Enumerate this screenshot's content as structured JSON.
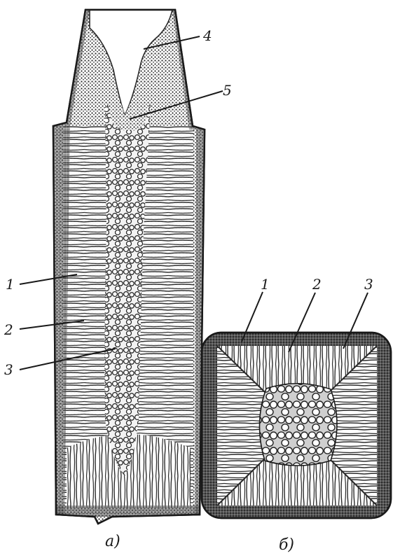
{
  "figure": {
    "left_ingot": {
      "caption": "а)",
      "labels": [
        {
          "id": "1",
          "text": "1"
        },
        {
          "id": "2",
          "text": "2"
        },
        {
          "id": "3",
          "text": "3"
        },
        {
          "id": "4",
          "text": "4"
        },
        {
          "id": "5",
          "text": "5"
        }
      ]
    },
    "cross_section": {
      "caption": "б)",
      "labels": [
        {
          "id": "1",
          "text": "1"
        },
        {
          "id": "2",
          "text": "2"
        },
        {
          "id": "3",
          "text": "3"
        }
      ]
    }
  },
  "colors": {
    "ink": "#1a1a1a",
    "background": "#ffffff",
    "shell": "#4a4a4a"
  }
}
